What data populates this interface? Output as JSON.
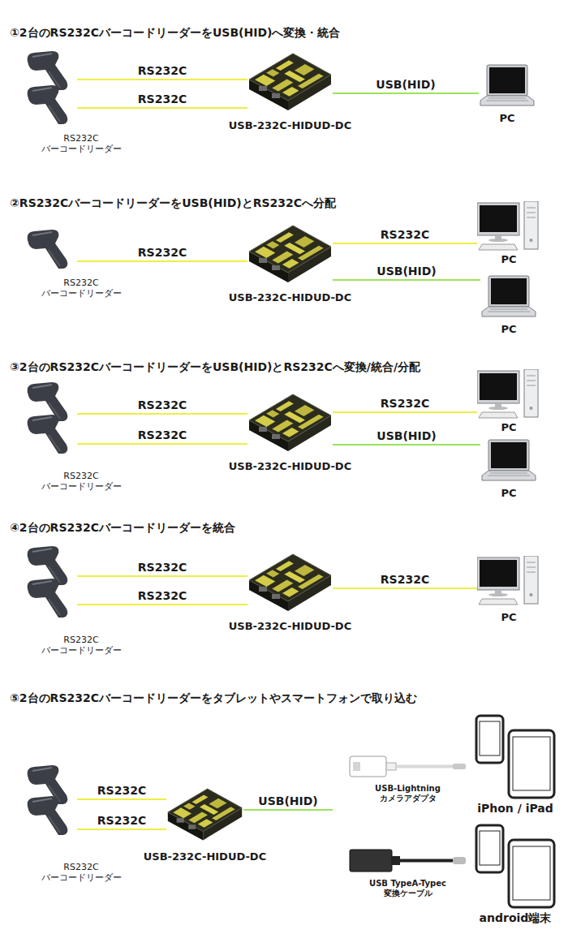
{
  "diagram": {
    "nodes": [
      {
        "text": []
      },
      {
        "text": [
          "RS232C バーコードリーダー"
        ]
      },
      {
        "text": [
          "USB-232C-HIDUD-DC"
        ]
      },
      {
        "text": [
          "PC"
        ]
      },
      {
        "text": [
          "RS232C バーコードリーダー"
        ]
      },
      {
        "text": [
          "USB-232C-HIDUD-DC"
        ]
      },
      {
        "text": [
          "PC"
        ]
      },
      {
        "text": [
          "PC"
        ]
      },
      {
        "text": []
      },
      {
        "text": [
          "RS232C バーコードリーダー"
        ]
      },
      {
        "text": [
          "USB-232C-HIDUD-DC"
        ]
      },
      {
        "text": [
          "PC"
        ]
      },
      {
        "text": [
          "PC"
        ]
      },
      {
        "text": []
      },
      {
        "text": [
          "RS232C バーコードリーダー"
        ]
      },
      {
        "text": [
          "USB-232C-HIDUD-DC"
        ]
      },
      {
        "text": [
          "PC"
        ]
      },
      {
        "text": []
      },
      {
        "text": [
          "RS232C バーコードリーダー"
        ]
      },
      {
        "text": [
          "USB-232C-HIDUD-DC"
        ]
      },
      {
        "text": [
          "USB-Lightning カメラアダプタ"
        ]
      },
      {
        "text": [
          "iPhon / iPad"
        ]
      },
      {
        "text": [
          "USB TypeA-Typec 変換ケーブル"
        ]
      },
      {
        "text": [
          "android端末"
        ]
      }
    ],
    "edges": [
      {
        "from": 0,
        "to": 2,
        "label": "RS232C",
        "arrow": "none"
      },
      {
        "from": 1,
        "to": 2,
        "label": "RS232C",
        "arrow": "none"
      },
      {
        "from": 2,
        "to": 3,
        "label": "USB(HID)",
        "arrow": "none"
      },
      {
        "from": 4,
        "to": 5,
        "label": "RS232C",
        "arrow": "none"
      },
      {
        "from": 5,
        "to": 6,
        "label": "RS232C",
        "arrow": "none"
      },
      {
        "from": 5,
        "to": 7,
        "label": "USB(HID)",
        "arrow": "none"
      },
      {
        "from": 8,
        "to": 10,
        "label": "RS232C",
        "arrow": "none"
      },
      {
        "from": 9,
        "to": 10,
        "label": "RS232C",
        "arrow": "none"
      },
      {
        "from": 10,
        "to": 11,
        "label": "RS232C",
        "arrow": "none"
      },
      {
        "from": 10,
        "to": 12,
        "label": "USB(HID)",
        "arrow": "none"
      },
      {
        "from": 13,
        "to": 15,
        "label": "RS232C",
        "arrow": "none"
      },
      {
        "from": 14,
        "to": 15,
        "label": "RS232C",
        "arrow": "none"
      },
      {
        "from": 15,
        "to": 16,
        "label": "RS232C",
        "arrow": "none"
      },
      {
        "from": 17,
        "to": 19,
        "label": "RS232C",
        "arrow": "none"
      },
      {
        "from": 18,
        "to": 19,
        "label": "RS232C",
        "arrow": "none"
      }
    ],
    "labels": [
      "①2台のRS232CバーコードリーダーをUSB(HID)へ変換・統合",
      "②RS232CバーコードリーダーをUSB(HID)とRS232Cへ分配",
      "③2台のRS232CバーコードリーダーをUSB(HID)とRS232Cへ変換/統合/分配",
      "④2台のRS232Cバーコードリーダーを統合",
      "⑤2台のRS232Cバーコードリーダーをタブレットやスマートフォンで取り込む",
      "USB(HID)"
    ]
  }
}
